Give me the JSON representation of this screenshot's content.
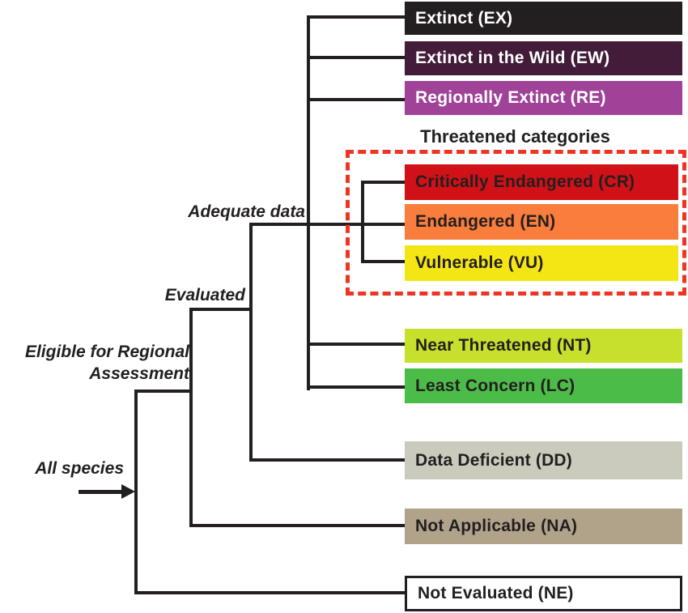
{
  "diagram": {
    "threatened_title": "Threatened categories",
    "labels": {
      "all_species": "All species",
      "eligible": "Eligible for Regional\nAssessment",
      "evaluated": "Evaluated",
      "adequate_data": "Adequate data"
    },
    "categories": [
      {
        "id": "EX",
        "label": "Extinct (EX)",
        "color": "#231f20",
        "text_color": "#ffffff"
      },
      {
        "id": "EW",
        "label": "Extinct in the Wild (EW)",
        "color": "#431c39",
        "text_color": "#ffffff"
      },
      {
        "id": "RE",
        "label": "Regionally Extinct (RE)",
        "color": "#9f4298",
        "text_color": "#ffffff"
      },
      {
        "id": "CR",
        "label": "Critically Endangered (CR)",
        "color": "#d01117",
        "text_color": "#231f20",
        "group": "threatened"
      },
      {
        "id": "EN",
        "label": "Endangered (EN)",
        "color": "#f97d3c",
        "text_color": "#231f20",
        "group": "threatened"
      },
      {
        "id": "VU",
        "label": "Vulnerable (VU)",
        "color": "#f4e614",
        "text_color": "#231f20",
        "group": "threatened"
      },
      {
        "id": "NT",
        "label": "Near Threatened (NT)",
        "color": "#c7e02b",
        "text_color": "#231f20"
      },
      {
        "id": "LC",
        "label": "Least Concern (LC)",
        "color": "#4cbc49",
        "text_color": "#231f20"
      },
      {
        "id": "DD",
        "label": "Data Deficient (DD)",
        "color": "#cacbbc",
        "text_color": "#231f20"
      },
      {
        "id": "NA",
        "label": "Not Applicable (NA)",
        "color": "#b1a38a",
        "text_color": "#231f20"
      },
      {
        "id": "NE",
        "label": "Not Evaluated (NE)",
        "color": "#ffffff",
        "text_color": "#231f20",
        "outlined": true
      }
    ],
    "colors": {
      "line": "#231f20",
      "threatened_outline": "#ee3524",
      "background": "#ffffff"
    }
  }
}
